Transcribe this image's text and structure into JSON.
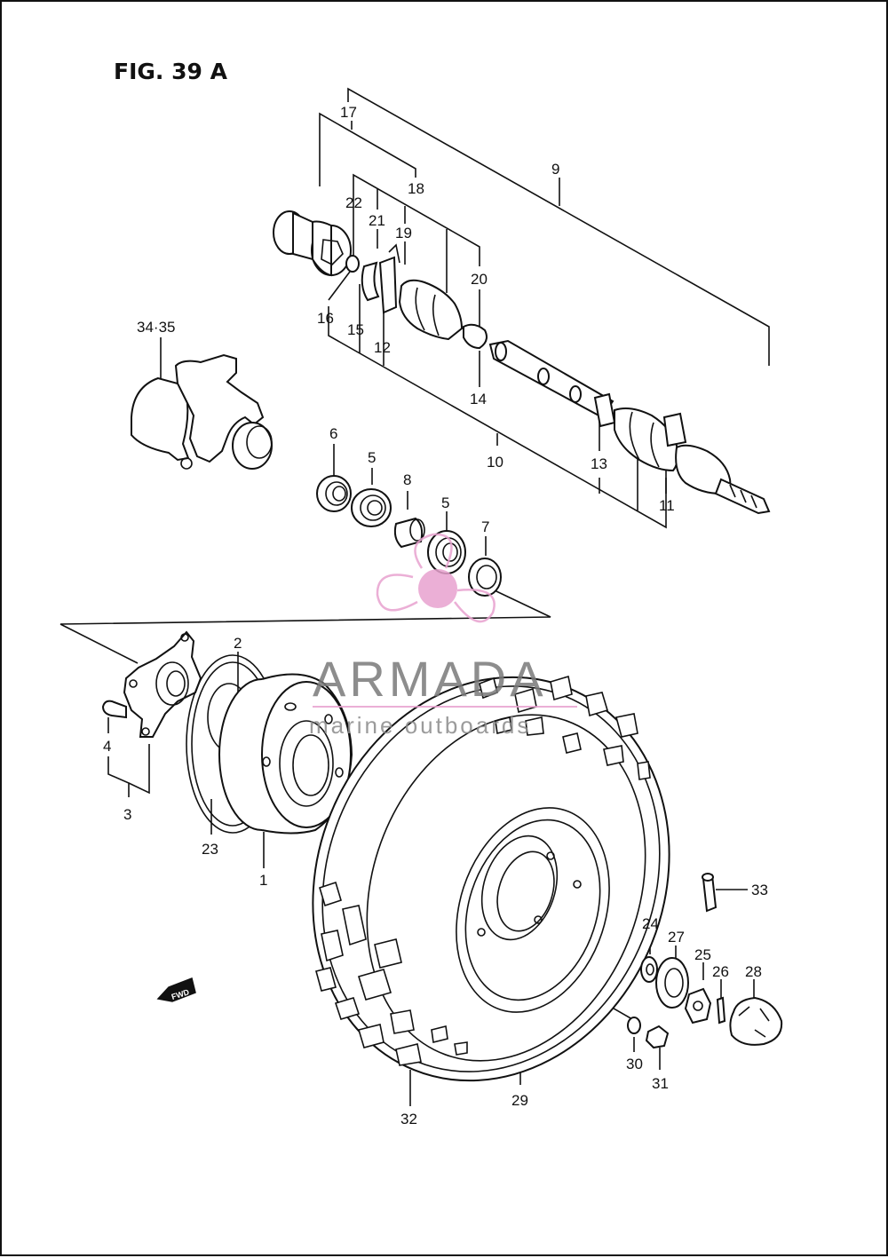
{
  "figure": {
    "title": "FIG. 39 A"
  },
  "watermark": {
    "brand": "ARMADA",
    "tagline": "marine outboards",
    "accent_color": "#e8a2cf"
  },
  "fwd_badge": "FWD",
  "callouts": {
    "c1": "1",
    "c2": "2",
    "c3": "3",
    "c4": "4",
    "c5a": "5",
    "c5b": "5",
    "c6": "6",
    "c7": "7",
    "c8": "8",
    "c9": "9",
    "c10": "10",
    "c11": "11",
    "c12": "12",
    "c13": "13",
    "c14": "14",
    "c15": "15",
    "c16": "16",
    "c17": "17",
    "c18": "18",
    "c19": "19",
    "c20": "20",
    "c21": "21",
    "c22": "22",
    "c23": "23",
    "c24": "24",
    "c25": "25",
    "c26": "26",
    "c27": "27",
    "c28": "28",
    "c29": "29",
    "c30": "30",
    "c31": "31",
    "c32": "32",
    "c33": "33",
    "c3435": "34·35"
  },
  "colors": {
    "line": "#111111",
    "background": "#ffffff",
    "watermark_gray": "#7a7a7a"
  }
}
